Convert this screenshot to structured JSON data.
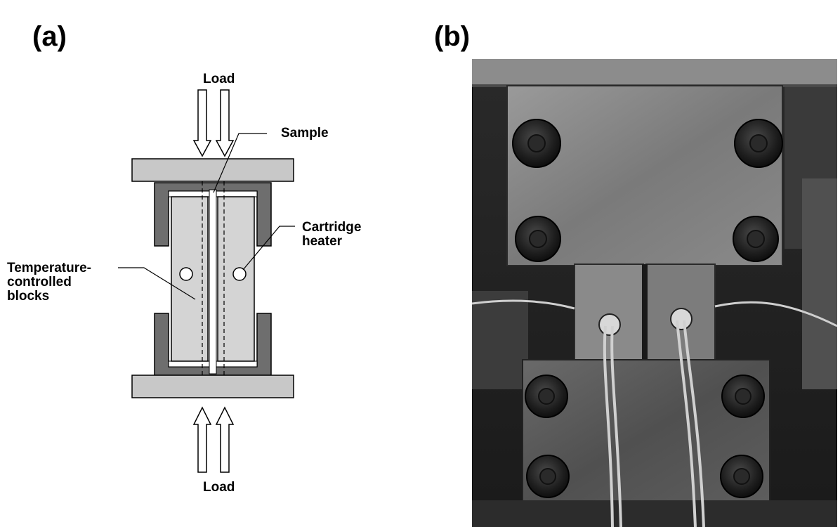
{
  "panels": {
    "a_label": "(a)",
    "b_label": "(b)"
  },
  "diagram": {
    "load_top": "Load",
    "load_bottom": "Load",
    "sample": "Sample",
    "cartridge_heater": "Cartridge\nheater",
    "temperature_blocks": "Temperature-\ncontrolled\nblocks"
  },
  "colors": {
    "plate_fill": "#c8c8c8",
    "frame_fill": "#6e6e6e",
    "block_fill": "#d4d4d4",
    "stroke": "#000000"
  }
}
